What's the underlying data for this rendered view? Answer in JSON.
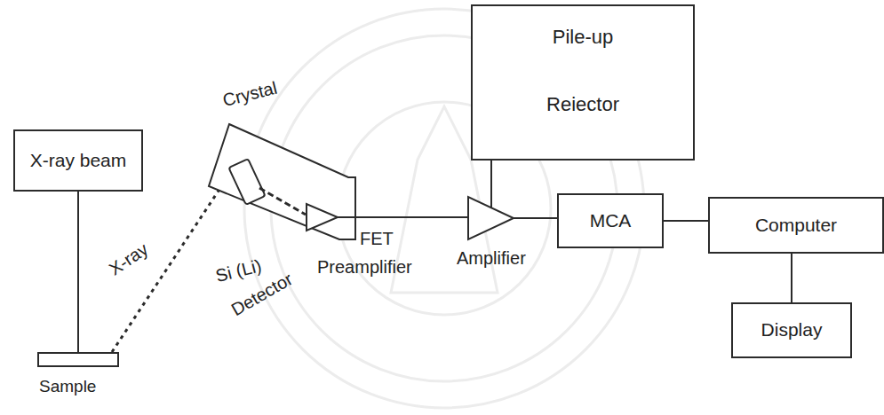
{
  "diagram": {
    "nodes": [
      {
        "text": [
          "X-ray beam"
        ]
      },
      {
        "text": [
          "Pile-up",
          "Reiector"
        ]
      },
      {
        "text": [
          "Crystal"
        ]
      },
      {
        "text": [
          "Amplifier"
        ]
      },
      {
        "text": [
          "MCA"
        ]
      },
      {
        "text": [
          "Computer"
        ]
      },
      {
        "text": [
          "Display"
        ]
      },
      {
        "text": [
          "Sample"
        ]
      }
    ],
    "edges": [
      {
        "from": 0,
        "to": 7,
        "arrow": "none"
      },
      {
        "from": 7,
        "to": 2,
        "label": "X-ray",
        "arrow": "none"
      },
      {
        "from": 2,
        "to": 3,
        "arrow": "none"
      },
      {
        "from": 1,
        "to": 3,
        "arrow": "none"
      },
      {
        "from": 3,
        "to": 4,
        "arrow": "none"
      },
      {
        "from": 4,
        "to": 5,
        "arrow": "none"
      },
      {
        "from": 5,
        "to": 6,
        "arrow": "none"
      }
    ],
    "labels": [
      "Si (Li)",
      "Detector",
      "FET",
      "Preamplifier"
    ]
  }
}
